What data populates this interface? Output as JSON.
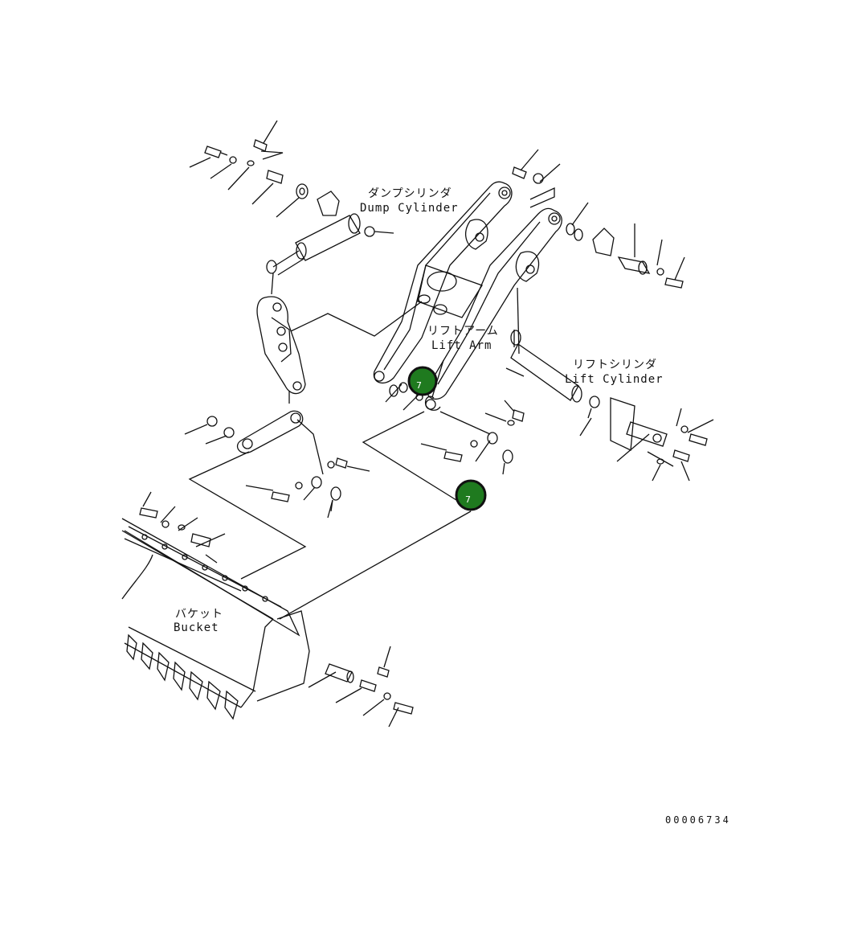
{
  "labels": {
    "dump_cylinder_jp": "ダンプシリンダ",
    "dump_cylinder_en": "Dump Cylinder",
    "lift_arm_jp": "リフトアーム",
    "lift_arm_en": "Lift Arm",
    "lift_cylinder_jp": "リフトシリンダ",
    "lift_cylinder_en": "Lift Cylinder",
    "bucket_jp": "バケット",
    "bucket_en": "Bucket"
  },
  "callouts": [
    {
      "number": "7"
    },
    {
      "number": "7"
    }
  ],
  "drawing_code": "00006734",
  "colors": {
    "callout_fill": "#1f7a1f",
    "line": "#111111",
    "background": "#ffffff"
  }
}
